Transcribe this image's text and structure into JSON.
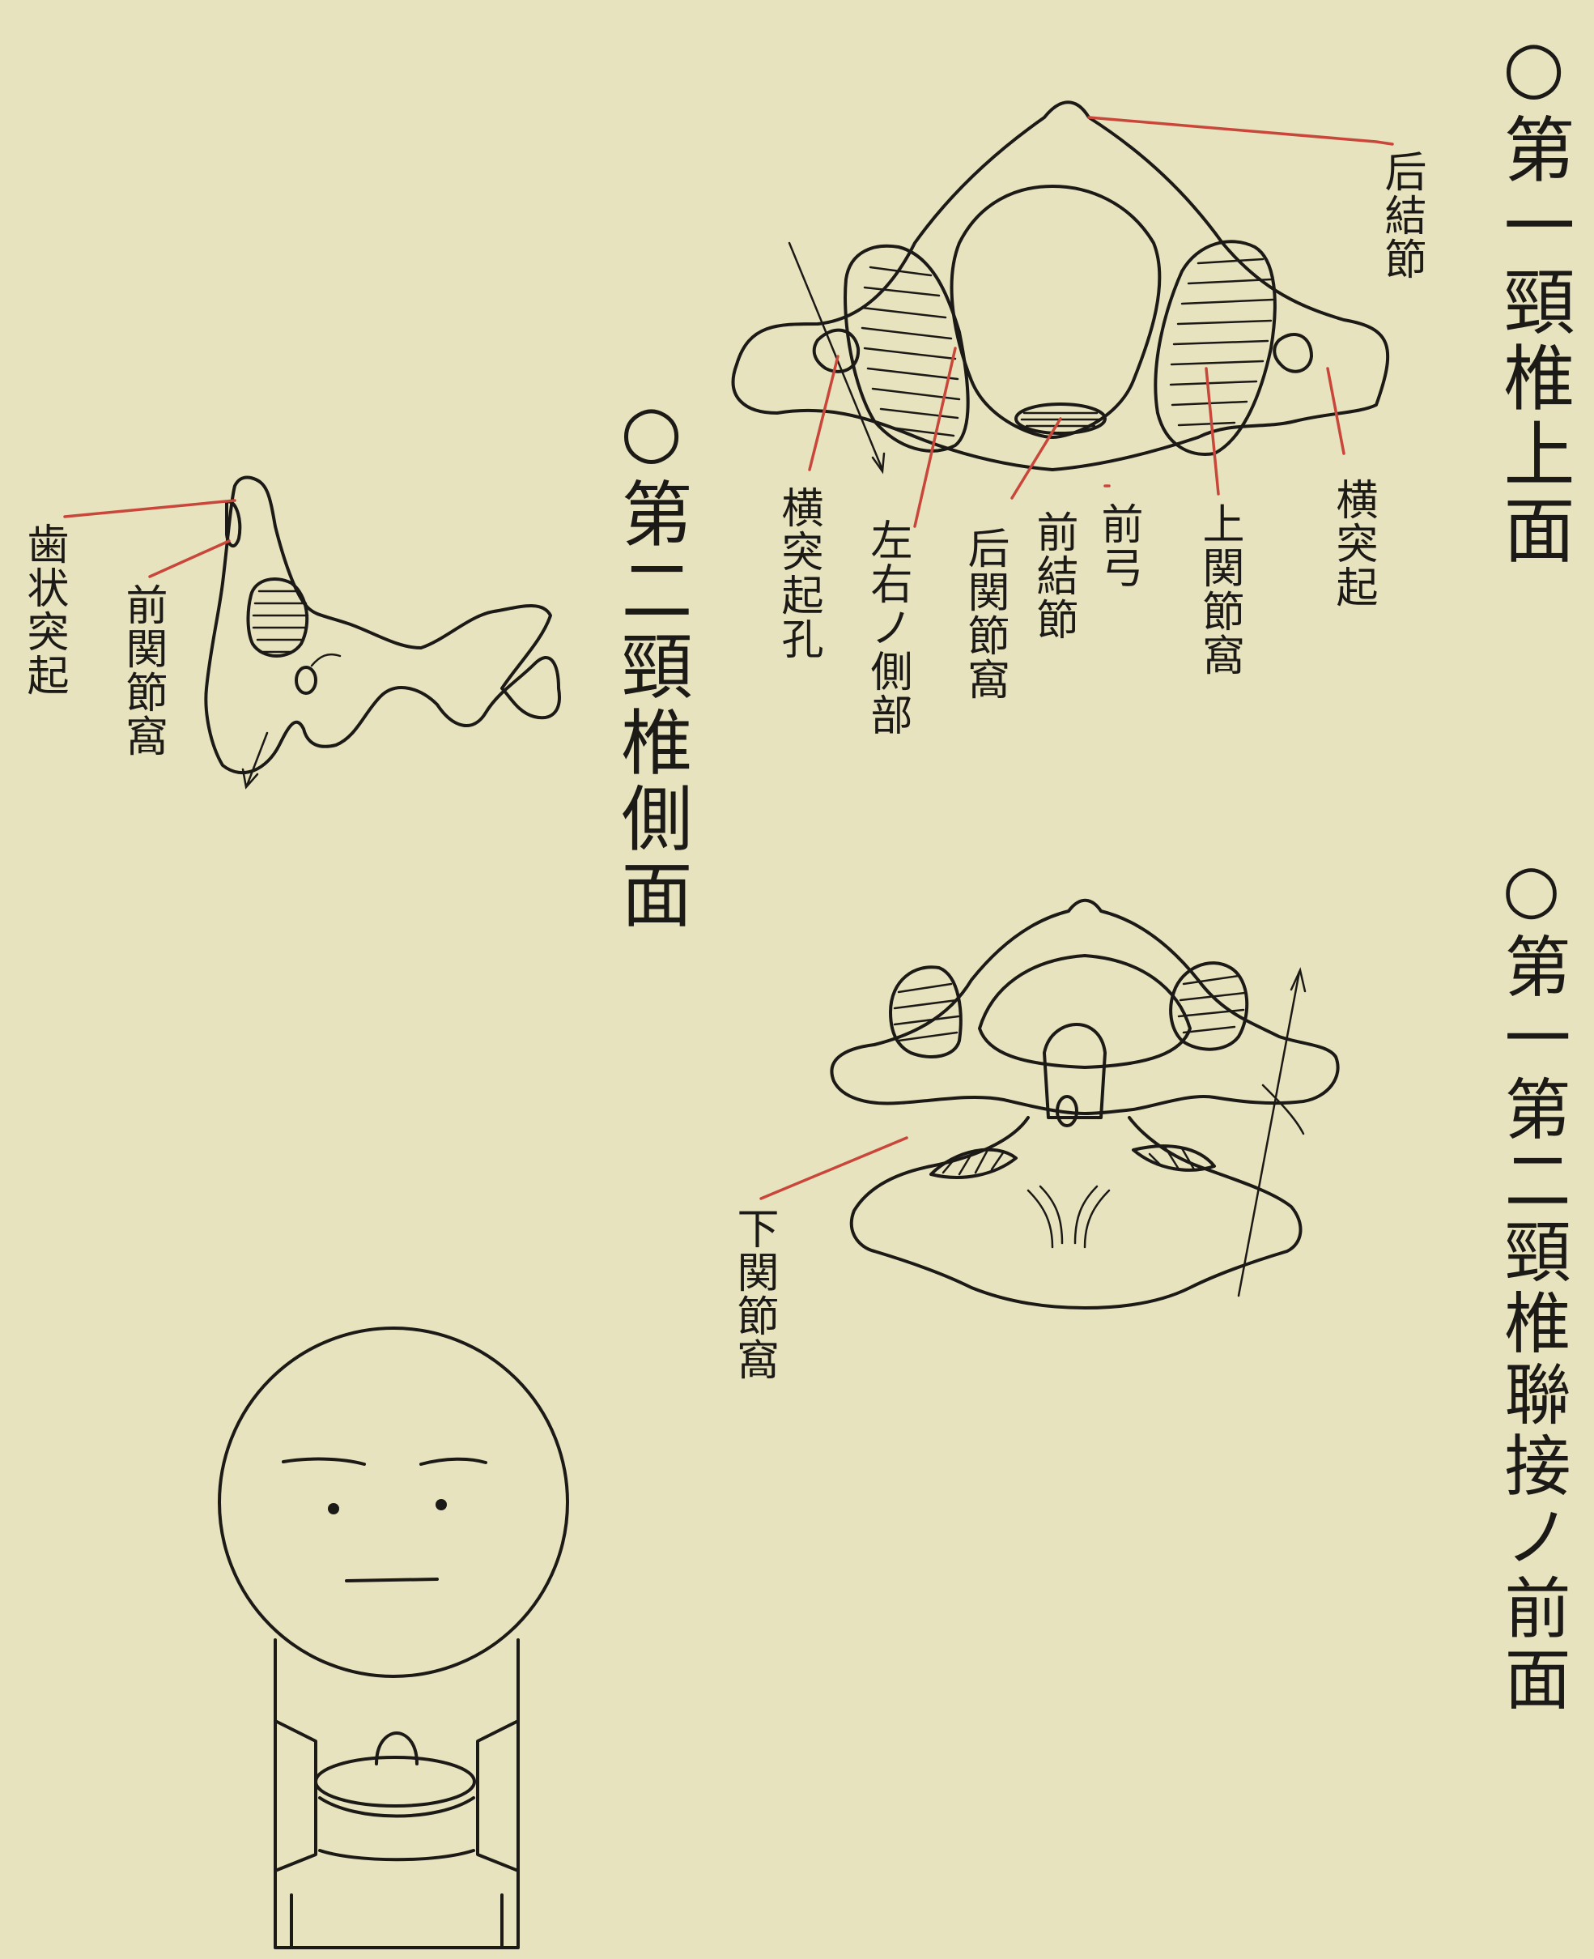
{
  "figures": {
    "atlas_superior": {
      "title": "○第一頸椎上面",
      "labels": {
        "posterior_tubercle": "后結節",
        "transverse_process": "横突起",
        "superior_articular_fossa": "上関節窩",
        "anterior_arch": "前弓",
        "anterior_tubercle": "前結節",
        "posterior_articular_fossa": "后関節窩",
        "lateral_mass": "左右ノ側部",
        "transverse_foramen": "横突起孔"
      }
    },
    "axis_lateral": {
      "title": "○第二頸椎側面",
      "labels": {
        "anterior_articular_fossa": "前関節窩",
        "dens": "歯状突起"
      }
    },
    "atlas_axis_anterior": {
      "title": "○第一第二頸椎聯接ノ前面",
      "labels": {
        "inferior_articular_fossa": "下関節窩"
      }
    }
  },
  "colors": {
    "paper": "#e8e3bf",
    "ink": "#1c1a16",
    "leader_line": "#c9463a"
  }
}
